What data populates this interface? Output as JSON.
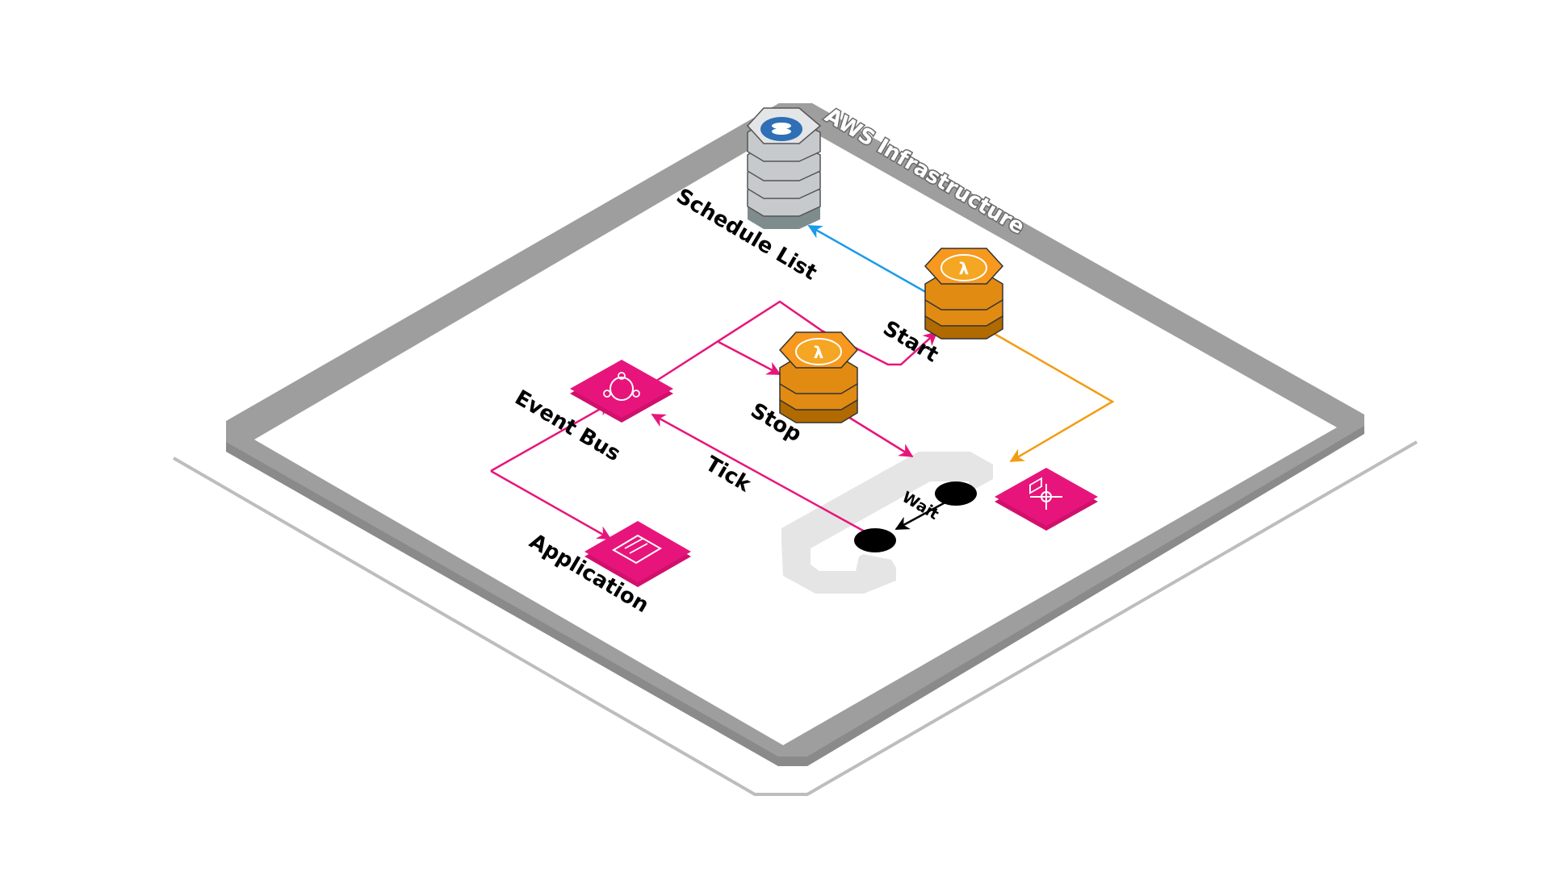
{
  "diagram": {
    "title": "AWS Infrastructure",
    "nodes": {
      "schedule_list": {
        "label": "Schedule List",
        "service": "database-icon"
      },
      "start": {
        "label": "Start",
        "service": "lambda-icon"
      },
      "stop": {
        "label": "Stop",
        "service": "lambda-icon"
      },
      "event_bus": {
        "label": "Event Bus",
        "service": "eventbridge-icon"
      },
      "application": {
        "label": "Application",
        "service": "app-icon"
      },
      "step_function": {
        "label": "",
        "service": "step-functions-icon"
      }
    },
    "edge_labels": {
      "tick": "Tick",
      "wait": "Wait"
    },
    "colors": {
      "pink": "#e7157b",
      "orange": "#f39c12",
      "blue": "#1a9be8",
      "frame": "#9b9b9b",
      "lambda": "#f7981f",
      "database": "#e0e2e4"
    }
  }
}
